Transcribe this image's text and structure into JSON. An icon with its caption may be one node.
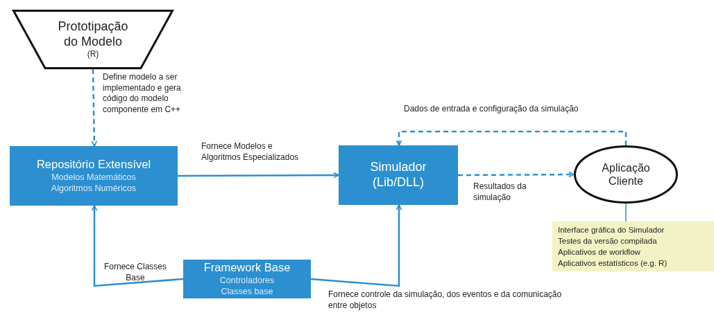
{
  "diagram": {
    "nodes": [
      {
        "text": [
          "Prototipação do Modelo",
          "(R)"
        ]
      },
      {
        "text": [
          "Repositório Extensível",
          "Modelos Matemáticos",
          "Algoritmos Numéricos"
        ]
      },
      {
        "text": [
          "Simulador (Lib/DLL)"
        ]
      },
      {
        "text": [
          "Aplicação Cliente"
        ]
      },
      {
        "text": [
          "Framework Base",
          "Controladores",
          "Classes base"
        ]
      },
      {
        "text": [
          "Interface gráfica do Simulador",
          "Testes da versão compilada",
          "Aplicativos de workflow",
          "Aplicativos estatísticos (e.g. R)"
        ]
      }
    ],
    "edges": [
      {
        "from": 0,
        "to": 1,
        "arrow": "to",
        "style": "dashed",
        "label": "Define modelo a ser implementado e gera código do modelo componente em C++"
      },
      {
        "from": 1,
        "to": 2,
        "arrow": "to",
        "label": "Fornece Modelos e Algoritmos Especializados"
      },
      {
        "from": 2,
        "to": 3,
        "arrow": "to",
        "style": "dashed",
        "label": "Resultados da simulação"
      },
      {
        "from": 3,
        "to": 2,
        "arrow": "to",
        "style": "dashed",
        "label": "Dados de entrada e configuração da simulação"
      },
      {
        "from": 4,
        "to": 1,
        "arrow": "to",
        "label": "Fornece Classes Base"
      },
      {
        "from": 4,
        "to": 2,
        "arrow": "to",
        "label": "Fornece controle da simulação, dos eventos e da comunicação entre objetos"
      },
      {
        "from": 3,
        "to": 5,
        "arrow": "none"
      }
    ]
  }
}
